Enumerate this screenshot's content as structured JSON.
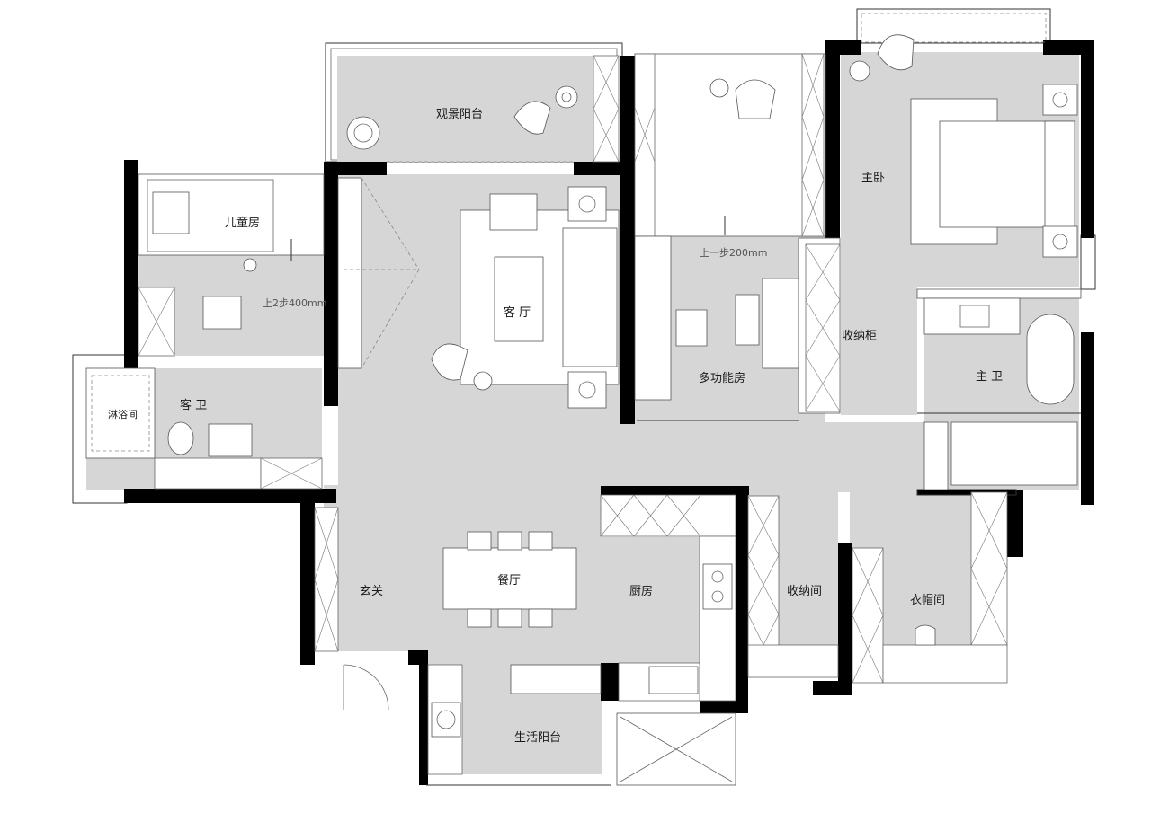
{
  "plan": {
    "rooms": {
      "viewing_balcony": "观景阳台",
      "kids_room": "儿童房",
      "living_room": "客 厅",
      "multi_room": "多功能房",
      "master_bedroom": "主卧",
      "storage_cabinet": "收纳柜",
      "master_bath": "主 卫",
      "shower_room": "淋浴间",
      "guest_bath": "客 卫",
      "entrance": "玄关",
      "dining_room": "餐厅",
      "kitchen": "厨房",
      "storage_room": "收纳间",
      "cloakroom": "衣帽间",
      "utility_balcony": "生活阳台"
    },
    "step_notes": {
      "kids_step": "上2步400mm",
      "multi_step": "上一步200mm"
    },
    "colors": {
      "floor": "#d6d6d6",
      "wall": "#000000",
      "background": "#ffffff"
    }
  }
}
